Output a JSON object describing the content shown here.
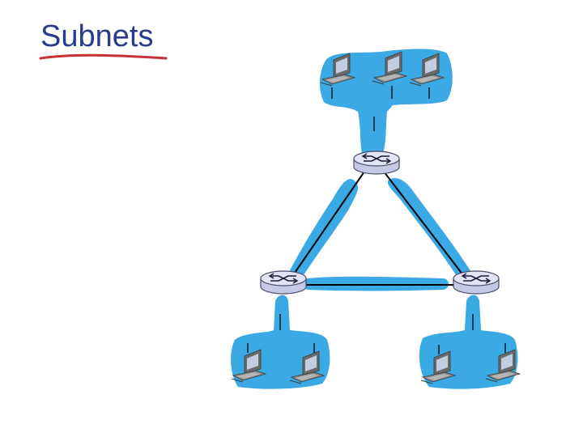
{
  "title": "Subnets",
  "colors": {
    "title": "#2a3a8c",
    "underline": "#c8303a",
    "subnet_fill": "#3aa9e4",
    "router_fill": "#d9dcf0",
    "router_stroke": "#4a4e6a",
    "link": "#000000",
    "monitor_body": "#6e6e6e",
    "monitor_screen": "#b8c4d8"
  },
  "icons": {
    "router": "router-icon",
    "host": "desktop-computer-icon"
  },
  "topology": {
    "routers": [
      "router-top",
      "router-left",
      "router-right"
    ],
    "router_links": [
      [
        "router-top",
        "router-left"
      ],
      [
        "router-top",
        "router-right"
      ],
      [
        "router-left",
        "router-right"
      ]
    ],
    "subnets": [
      {
        "name": "subnet-top",
        "router": "router-top",
        "host_count": 3
      },
      {
        "name": "subnet-bottom-left",
        "router": "router-left",
        "host_count": 2
      },
      {
        "name": "subnet-bottom-right",
        "router": "router-right",
        "host_count": 2
      }
    ]
  }
}
